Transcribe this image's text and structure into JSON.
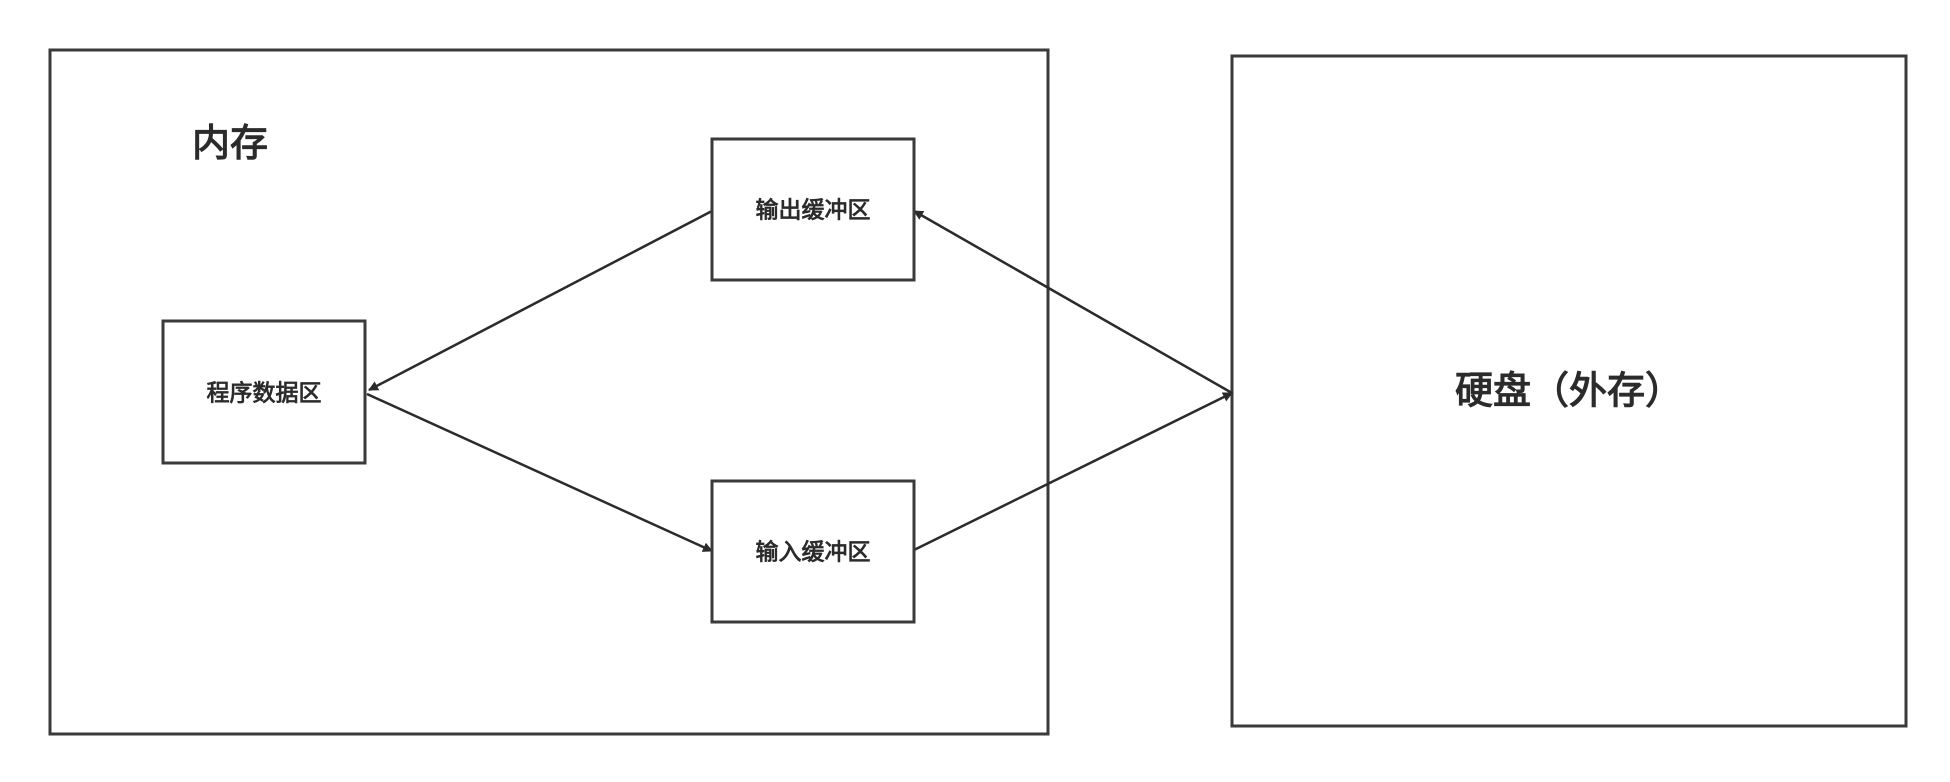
{
  "memory": {
    "label": "内存"
  },
  "disk": {
    "label": "硬盘（外存）"
  },
  "nodes": {
    "program_data": {
      "label": "程序数据区"
    },
    "output_buffer": {
      "label": "输出缓冲区"
    },
    "input_buffer": {
      "label": "输入缓冲区"
    }
  },
  "colors": {
    "stroke": "#3a3a3a",
    "text": "#2b2b2b",
    "background": "#ffffff"
  }
}
